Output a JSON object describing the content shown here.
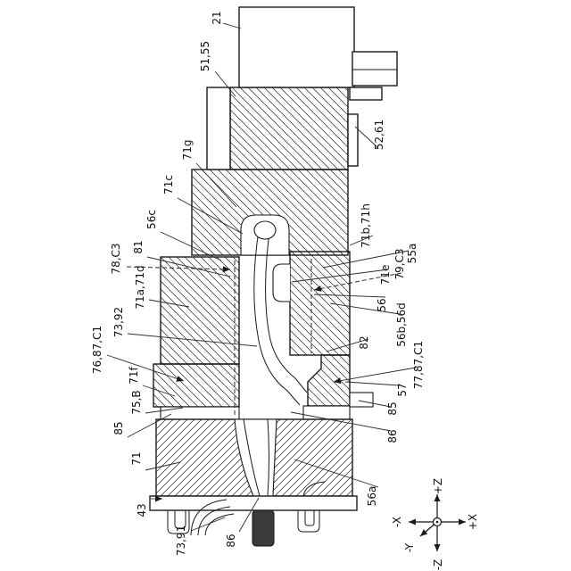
{
  "figure": {
    "type": "patent-cross-section-drawing",
    "background": "#ffffff",
    "line_color": "#1a1a1a",
    "pin_fill": "#3b3b3b"
  },
  "labels": {
    "r21": "21",
    "r51_55": "51,55",
    "r52_61": "52,61",
    "r71g": "71g",
    "r71c": "71c",
    "r56c": "56c",
    "r81": "81",
    "r78_C3": "78,C3",
    "r71a_71d": "71a,71d",
    "r73_92": "73,92",
    "r76_87_C1": "76,87,C1",
    "r71f": "71f",
    "r75_B": "75,B",
    "r85_left": "85",
    "r71": "71",
    "r43": "43",
    "r73_91": "73,91",
    "r86_bottom": "86",
    "r56a": "56a",
    "r86_right": "86",
    "r85_right": "85",
    "r57": "57",
    "r77_87_C1": "77,87,C1",
    "r82": "82",
    "r56b_56d": "56b,56d",
    "r56": "56",
    "r71e": "71e",
    "r79_C3": "79,C3",
    "r55a": "55a",
    "r71b_71h": "71b,71h"
  },
  "axis": {
    "plus_z": "+Z",
    "minus_z": "-Z",
    "plus_x": "+X",
    "minus_x": "-X",
    "minus_y": "-Y"
  }
}
